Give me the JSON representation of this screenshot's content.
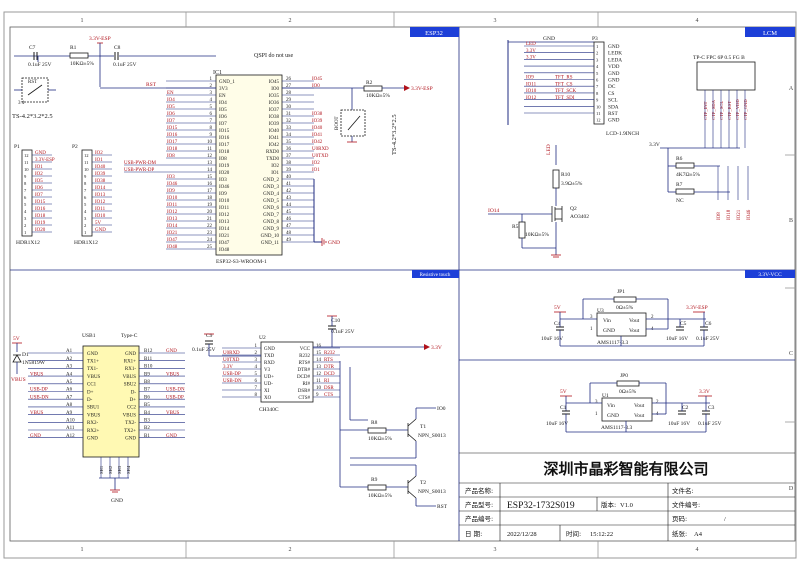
{
  "border": {
    "columns": [
      "1",
      "2",
      "3",
      "4"
    ],
    "rows": [
      "A",
      "B",
      "C",
      "D"
    ]
  },
  "sections": {
    "esp32": "ESP32",
    "lcm": "LCM",
    "touch": "Resistive touch",
    "vcc": "3.3V-VCC"
  },
  "esp32": {
    "qspi_note": "QSPI do not use",
    "ic_ref": "IC1",
    "ic_name": "ESP32-S3-WROOM-1",
    "left_pins": [
      {
        "num": "1",
        "name": "GND_1",
        "net": ""
      },
      {
        "num": "2",
        "name": "3V3",
        "net": ""
      },
      {
        "num": "3",
        "name": "EN",
        "net": "EN"
      },
      {
        "num": "4",
        "name": "IO4",
        "net": "IO4"
      },
      {
        "num": "5",
        "name": "IO5",
        "net": "IO5"
      },
      {
        "num": "6",
        "name": "IO6",
        "net": "IO6"
      },
      {
        "num": "7",
        "name": "IO7",
        "net": "IO7"
      },
      {
        "num": "8",
        "name": "IO15",
        "net": "IO15"
      },
      {
        "num": "9",
        "name": "IO16",
        "net": "IO16"
      },
      {
        "num": "10",
        "name": "IO17",
        "net": "IO17"
      },
      {
        "num": "11",
        "name": "IO18",
        "net": "IO18"
      },
      {
        "num": "12",
        "name": "IO8",
        "net": "IO8"
      },
      {
        "num": "13",
        "name": "IO19",
        "net": "USB-PWR-DM"
      },
      {
        "num": "14",
        "name": "IO20",
        "net": "USB-PWR-DP"
      },
      {
        "num": "15",
        "name": "IO3",
        "net": "IO3"
      },
      {
        "num": "16",
        "name": "IO46",
        "net": "IO46"
      },
      {
        "num": "17",
        "name": "IO9",
        "net": "IO9"
      },
      {
        "num": "18",
        "name": "IO10",
        "net": "IO10"
      },
      {
        "num": "19",
        "name": "IO11",
        "net": "IO11"
      },
      {
        "num": "20",
        "name": "IO12",
        "net": "IO12"
      },
      {
        "num": "21",
        "name": "IO13",
        "net": "IO13"
      },
      {
        "num": "22",
        "name": "IO14",
        "net": "IO14"
      },
      {
        "num": "23",
        "name": "IO21",
        "net": "IO21"
      },
      {
        "num": "24",
        "name": "IO47",
        "net": "IO47"
      },
      {
        "num": "25",
        "name": "IO48",
        "net": "IO48"
      }
    ],
    "right_pins": [
      {
        "num": "26",
        "name": "IO45",
        "net": "IO45"
      },
      {
        "num": "27",
        "name": "IO0",
        "net": "IO0"
      },
      {
        "num": "28",
        "name": "IO35",
        "net": ""
      },
      {
        "num": "29",
        "name": "IO36",
        "net": ""
      },
      {
        "num": "30",
        "name": "IO37",
        "net": ""
      },
      {
        "num": "31",
        "name": "IO38",
        "net": "IO38"
      },
      {
        "num": "32",
        "name": "IO39",
        "net": "IO39"
      },
      {
        "num": "33",
        "name": "IO40",
        "net": "IO40"
      },
      {
        "num": "34",
        "name": "IO41",
        "net": "IO41"
      },
      {
        "num": "35",
        "name": "IO42",
        "net": "IO42"
      },
      {
        "num": "36",
        "name": "RXD0",
        "net": "U0RXD"
      },
      {
        "num": "37",
        "name": "TXD0",
        "net": "U0TXD"
      },
      {
        "num": "38",
        "name": "IO2",
        "net": "IO2"
      },
      {
        "num": "39",
        "name": "IO1",
        "net": "IO1"
      },
      {
        "num": "40",
        "name": "GND_2",
        "net": ""
      },
      {
        "num": "41",
        "name": "GND_3",
        "net": ""
      },
      {
        "num": "42",
        "name": "GND_4",
        "net": ""
      },
      {
        "num": "43",
        "name": "GND_5",
        "net": ""
      },
      {
        "num": "44",
        "name": "GND_6",
        "net": ""
      },
      {
        "num": "45",
        "name": "GND_7",
        "net": ""
      },
      {
        "num": "46",
        "name": "GND_8",
        "net": ""
      },
      {
        "num": "47",
        "name": "GND_9",
        "net": ""
      },
      {
        "num": "48",
        "name": "GND_10",
        "net": ""
      },
      {
        "num": "49",
        "name": "GND_11",
        "net": ""
      }
    ],
    "c7_ref": "C7",
    "c7_val": "0.1uF 25V",
    "r1_ref": "R1",
    "r1_val": "10KΩ±5%",
    "c8_ref": "C8",
    "c8_val": "0.1uF 25V",
    "vcc": "3.3V-ESP",
    "rst_label": "RST",
    "rst_btn_ref": "RST",
    "btn_size": "TS-4.2*3.2*2.5",
    "r2_ref": "R2",
    "r2_val": "10KΩ±5%",
    "r2_net": "3.3V-ESP",
    "boot_ref": "BOOT",
    "boot_size": "TS-4.2*3.2*2.5",
    "gnd": "GND"
  },
  "headers": {
    "p1": {
      "ref": "P1",
      "part": "HDR1X12",
      "pins": [
        "12",
        "11",
        "10",
        "9",
        "8",
        "7",
        "6",
        "5",
        "4",
        "3",
        "2",
        "1"
      ],
      "nets": [
        "GND",
        "3.3V-ESP",
        "IO1",
        "IO2",
        "IO5",
        "IO6",
        "IO7",
        "IO15",
        "IO16",
        "IO18",
        "IO19",
        "IO20"
      ]
    },
    "p2": {
      "ref": "P2",
      "part": "HDR1X12",
      "pins": [
        "12",
        "11",
        "10",
        "9",
        "8",
        "7",
        "6",
        "5",
        "4",
        "3",
        "2",
        "1"
      ],
      "nets": [
        "IO2",
        "IO1",
        "IO40",
        "IO39",
        "IO38",
        "IO14",
        "IO13",
        "IO12",
        "IO11",
        "IO10",
        "5V",
        "GND"
      ]
    }
  },
  "lcm": {
    "ref": "P3",
    "part": "LCD-1.9INCH",
    "gnd": "GND",
    "left_nets": [
      "LED",
      "3.3V",
      "3.3V",
      "",
      "",
      "IO9",
      "IO11",
      "IO10",
      "IO12",
      "",
      ""
    ],
    "left_tft": [
      "",
      "",
      "",
      "",
      "",
      "TFT_RS",
      "TFT_CS",
      "TFT_SCK",
      "TFT_SDI",
      "",
      ""
    ],
    "pins": [
      "1",
      "2",
      "3",
      "4",
      "5",
      "6",
      "7",
      "8",
      "9",
      "10",
      "11",
      "12"
    ],
    "right_labels": [
      "GND",
      "LEDK",
      "LEDA",
      "VDD",
      "GND",
      "GND",
      "DC",
      "CS",
      "SCL",
      "SDA",
      "RST",
      "GND"
    ],
    "led_net": "LED",
    "r10_ref": "R10",
    "r10_val": "3.9Ω±5%",
    "q2_ref": "Q2",
    "q2_part": "AO3402",
    "io_net": "IO14",
    "r5_ref": "R5",
    "r5_val": "10KΩ±5%",
    "fpc_title": "TP-C FPC 6P 0.5 FG B",
    "fpc_pins": [
      "CTP_INT",
      "CTP_SDA",
      "CTP_SCL",
      "CTP_RST",
      "CTP_VDD",
      "CTP_GND"
    ],
    "vcc_label": "3.3V",
    "r6_ref": "R6",
    "r6_val": "4K7Ω±5%",
    "r7_ref": "R7",
    "r7_val": "NC",
    "bottom_nets": [
      "IO8",
      "IO18",
      "IO21",
      "IO46"
    ]
  },
  "usb": {
    "ref": "USB1",
    "type": "Type-C",
    "left_pins": [
      {
        "num": "A1",
        "name": "GND",
        "net": ""
      },
      {
        "num": "A2",
        "name": "TX1+",
        "net": ""
      },
      {
        "num": "A3",
        "name": "TX1-",
        "net": ""
      },
      {
        "num": "A4",
        "name": "VBUS",
        "net": "VBUS"
      },
      {
        "num": "A5",
        "name": "CC1",
        "net": ""
      },
      {
        "num": "A6",
        "name": "D+",
        "net": "USB-DP"
      },
      {
        "num": "A7",
        "name": "D-",
        "net": "USB-DN"
      },
      {
        "num": "A8",
        "name": "SBU1",
        "net": ""
      },
      {
        "num": "A9",
        "name": "VBUS",
        "net": "VBUS"
      },
      {
        "num": "A10",
        "name": "RX2-",
        "net": ""
      },
      {
        "num": "A11",
        "name": "RX2+",
        "net": ""
      },
      {
        "num": "A12",
        "name": "GND",
        "net": "GND"
      }
    ],
    "right_pins": [
      {
        "num": "B12",
        "name": "GND",
        "net": "GND"
      },
      {
        "num": "B11",
        "name": "RX1+",
        "net": ""
      },
      {
        "num": "B10",
        "name": "RX1-",
        "net": ""
      },
      {
        "num": "B9",
        "name": "VBUS",
        "net": "VBUS"
      },
      {
        "num": "B8",
        "name": "SBU2",
        "net": ""
      },
      {
        "num": "B7",
        "name": "D-",
        "net": "USB-DN"
      },
      {
        "num": "B6",
        "name": "D+",
        "net": "USB-DP"
      },
      {
        "num": "B5",
        "name": "CC2",
        "net": ""
      },
      {
        "num": "B4",
        "name": "VBUS",
        "net": "VBUS"
      },
      {
        "num": "B3",
        "name": "TX2-",
        "net": ""
      },
      {
        "num": "B2",
        "name": "TX2+",
        "net": ""
      },
      {
        "num": "B1",
        "name": "GND",
        "net": "GND"
      }
    ],
    "shield_pins": [
      "SH1",
      "SH2",
      "SH3",
      "SH4"
    ],
    "gnd": "GND",
    "d1_ref": "D1",
    "d1_part": "1N5819W",
    "d1_vcc": "5V"
  },
  "ch340": {
    "ref": "U2",
    "part": "CH340C",
    "left_pins": [
      {
        "num": "1",
        "name": "GND",
        "net": ""
      },
      {
        "num": "2",
        "name": "TXD",
        "net": "U0RXD"
      },
      {
        "num": "3",
        "name": "RXD",
        "net": "U0TXD"
      },
      {
        "num": "4",
        "name": "V3",
        "net": "3.3V"
      },
      {
        "num": "5",
        "name": "UD+",
        "net": "USB-DP"
      },
      {
        "num": "6",
        "name": "UD-",
        "net": "USB-DN"
      },
      {
        "num": "7",
        "name": "XI",
        "net": ""
      },
      {
        "num": "8",
        "name": "XO",
        "net": ""
      }
    ],
    "right_pins": [
      {
        "num": "16",
        "name": "VCC",
        "net": ""
      },
      {
        "num": "15",
        "name": "R232",
        "net": "R232"
      },
      {
        "num": "14",
        "name": "RTS#",
        "net": "RTS"
      },
      {
        "num": "13",
        "name": "DTR#",
        "net": "DTR"
      },
      {
        "num": "12",
        "name": "DCD#",
        "net": "DCD"
      },
      {
        "num": "11",
        "name": "RI#",
        "net": "RI"
      },
      {
        "num": "10",
        "name": "DSR#",
        "net": "DSR"
      },
      {
        "num": "9",
        "name": "CTS#",
        "net": "CTS"
      }
    ],
    "c9_ref": "C9",
    "c9_val": "0.1uF 25V",
    "c10_ref": "C10",
    "c10_val": "0.1uF 25V",
    "vcc": "3.3V",
    "r8_ref": "R8",
    "r8_val": "10KΩ±5%",
    "r9_ref": "R9",
    "r9_val": "10KΩ±5%",
    "t1_ref": "T1",
    "t1_part": "NPN_S0013",
    "t2_ref": "T2",
    "t2_part": "NPN_S0013",
    "io0": "IO0",
    "rst": "RST",
    "gnd": "GND"
  },
  "regulators": {
    "u3": {
      "ref": "U3",
      "part": "AMS1117-3.3",
      "vin": "Vin",
      "vout": "Vout",
      "gnd": "GND",
      "vout2": "Vout",
      "pins": [
        "3",
        "2",
        "1",
        "4"
      ],
      "jumper_ref": "JP1",
      "jumper_val": "0Ω±5%",
      "in_net": "5V",
      "out_net": "3.3V-ESP",
      "c4_ref": "C4",
      "c4_val": "10uF 16V",
      "c5_ref": "C5",
      "c5_val": "10uF 16V",
      "c6_ref": "C6",
      "c6_val": "0.1uF 25V"
    },
    "u1": {
      "ref": "U1",
      "part": "AMS1117-3.3",
      "vin": "Vin",
      "vout": "Vout",
      "gnd": "GND",
      "vout2": "Vout",
      "pins": [
        "3",
        "2",
        "1",
        "4"
      ],
      "jumper_ref": "JP0",
      "jumper_val": "0Ω±5%",
      "in_net": "5V",
      "out_net": "3.3V",
      "c1_ref": "C1",
      "c1_val": "10uF 16V",
      "c2_ref": "C2",
      "c2_val": "10uF 16V",
      "c3_ref": "C3",
      "c3_val": "0.1uF 25V"
    }
  },
  "title_block": {
    "company": "深圳市晶彩智能有限公司",
    "product_name_label": "产品名称:",
    "product_model_label": "产品型号:",
    "product_model": "ESP32-1732S019",
    "version_label": "版本:",
    "version": "V1.0",
    "product_code_label": "产品编号:",
    "date_label": "日 期:",
    "date": "2022/12/28",
    "time_label": "时间:",
    "time": "15:12:22",
    "file_name_label": "文件名:",
    "file_code_label": "文件编号:",
    "page_label": "页码:",
    "page_value": "/",
    "paper_label": "纸张:",
    "paper_value": "A4"
  },
  "colors": {
    "wire": "#1f2b80",
    "net": "#b0121b",
    "body": "#1a1a1a",
    "ic_fill": "#fffde8",
    "usb_fill": "#fff9b3",
    "tab": "#1d3fd8",
    "border": "#9a9a9a"
  }
}
